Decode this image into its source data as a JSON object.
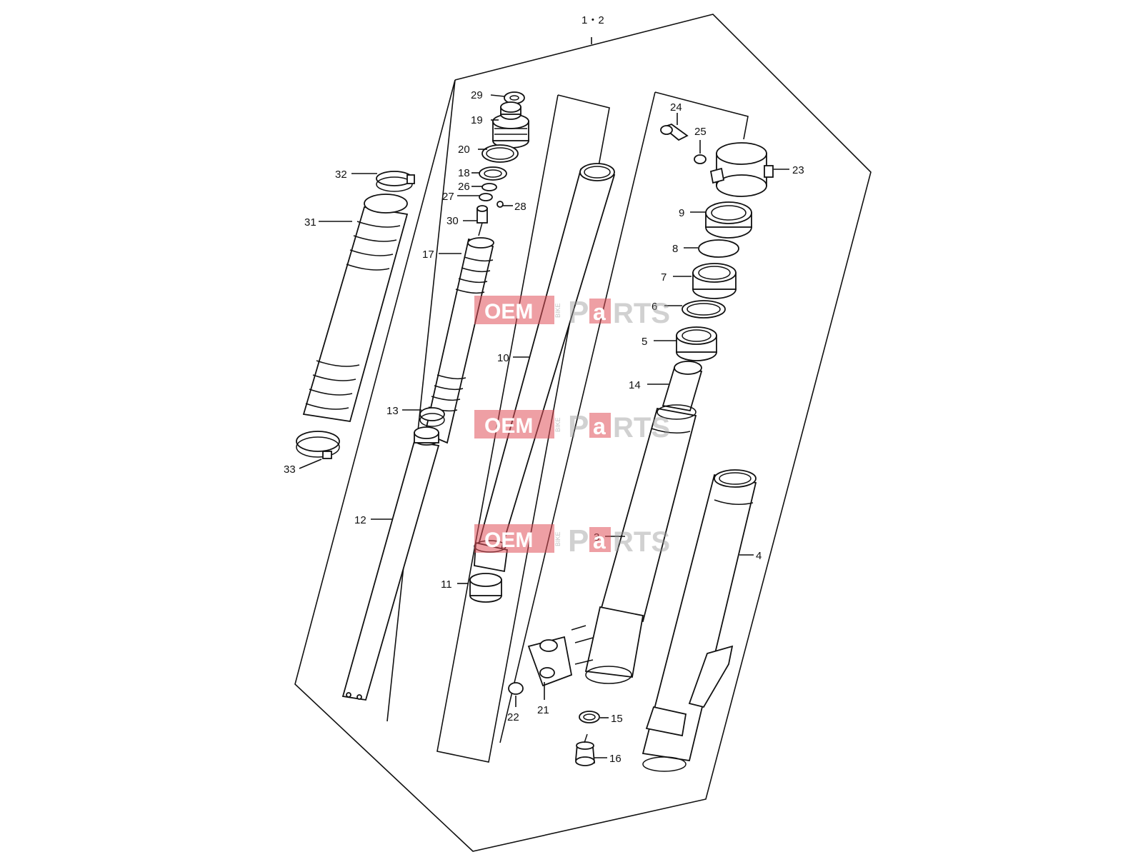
{
  "diagram": {
    "assembly_label": "1・2",
    "callouts": [
      {
        "id": "29",
        "text": "29"
      },
      {
        "id": "19",
        "text": "19"
      },
      {
        "id": "20",
        "text": "20"
      },
      {
        "id": "18",
        "text": "18"
      },
      {
        "id": "26",
        "text": "26"
      },
      {
        "id": "27",
        "text": "27"
      },
      {
        "id": "28",
        "text": "28"
      },
      {
        "id": "30",
        "text": "30"
      },
      {
        "id": "17",
        "text": "17"
      },
      {
        "id": "32",
        "text": "32"
      },
      {
        "id": "31",
        "text": "31"
      },
      {
        "id": "13",
        "text": "13"
      },
      {
        "id": "33",
        "text": "33"
      },
      {
        "id": "12",
        "text": "12"
      },
      {
        "id": "10",
        "text": "10"
      },
      {
        "id": "11",
        "text": "11"
      },
      {
        "id": "24",
        "text": "24"
      },
      {
        "id": "25",
        "text": "25"
      },
      {
        "id": "23",
        "text": "23"
      },
      {
        "id": "9",
        "text": "9"
      },
      {
        "id": "8",
        "text": "8"
      },
      {
        "id": "7",
        "text": "7"
      },
      {
        "id": "6",
        "text": "6"
      },
      {
        "id": "5",
        "text": "5"
      },
      {
        "id": "14",
        "text": "14"
      },
      {
        "id": "3",
        "text": "3"
      },
      {
        "id": "4",
        "text": "4"
      },
      {
        "id": "22",
        "text": "22"
      },
      {
        "id": "21",
        "text": "21"
      },
      {
        "id": "15",
        "text": "15"
      },
      {
        "id": "16",
        "text": "16"
      }
    ]
  },
  "watermark": {
    "badge": "OEM",
    "side": "BIKE",
    "word_a": "P",
    "word_b": "a",
    "word_c": "RTS",
    "badge_color": "#e0505a"
  }
}
